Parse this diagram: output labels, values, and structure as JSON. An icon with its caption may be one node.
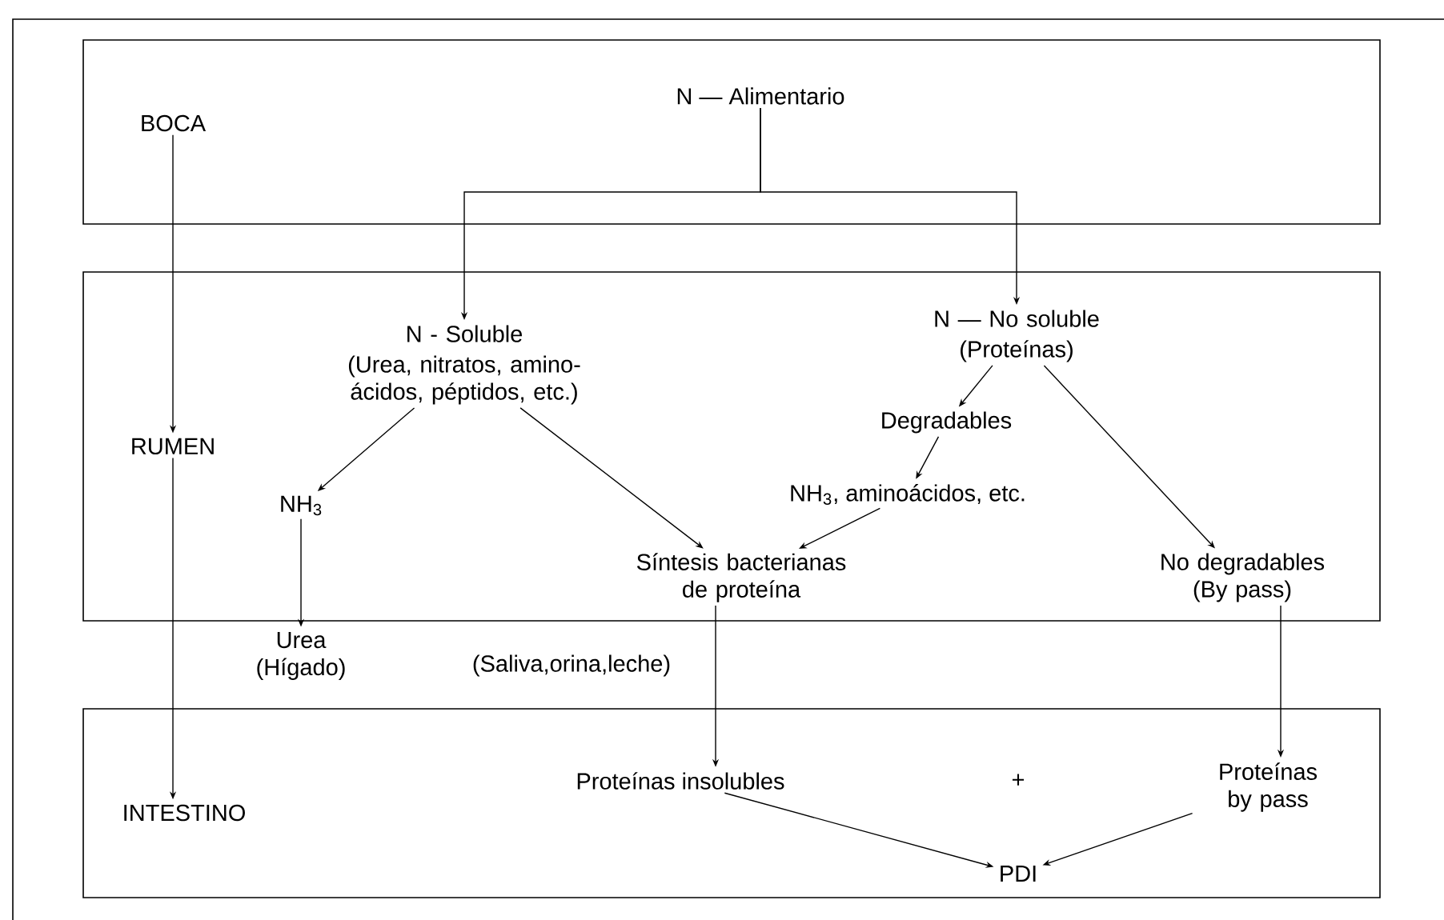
{
  "diagram": {
    "nodes": [
      {
        "text": [],
        "shape": "box"
      },
      {
        "text": [
          "BOCA"
        ],
        "in": 0
      },
      {
        "text": [
          "N — Alimentario"
        ],
        "in": 0
      },
      {
        "text": [],
        "shape": "box"
      },
      {
        "text": [
          "RUMEN"
        ],
        "in": 3
      },
      {
        "text": [
          "N - Soluble",
          "(Urea, nitratos, amino- ácidos, péptidos, etc.)"
        ],
        "in": 3
      },
      {
        "text": [
          "N — No soluble",
          "(Proteínas)"
        ],
        "in": 3
      },
      {
        "text": [
          "Degradables"
        ],
        "in": 3
      },
      {
        "text": [
          "NH$_{3}$"
        ],
        "in": 3
      },
      {
        "text": [
          "NH$_{3}$, aminoácidos, etc."
        ],
        "in": 3
      },
      {
        "text": [
          "Síntesis bacterianas de proteína"
        ],
        "in": 3
      },
      {
        "text": [
          "No degradables (By pass)"
        ],
        "in": 3
      },
      {
        "text": [
          "Urea (Hígado)"
        ]
      },
      {
        "text": [],
        "shape": "box"
      },
      {
        "text": [
          "INTESTINO"
        ],
        "in": 13
      },
      {
        "text": [
          "Proteínas insolubles"
        ],
        "in": 13
      },
      {
        "text": [
          "Proteínas by pass"
        ],
        "in": 13
      },
      {
        "text": [
          "PDI"
        ],
        "in": 13
      }
    ],
    "edges": [
      {
        "from": 1,
        "to": 4,
        "arrow": "to"
      },
      {
        "from": 4,
        "to": 14,
        "arrow": "to"
      },
      {
        "from": 2,
        "to": 5,
        "arrow": "to"
      },
      {
        "from": 2,
        "to": 6,
        "arrow": "to"
      },
      {
        "from": 5,
        "to": 8,
        "arrow": "to"
      },
      {
        "from": 5,
        "to": 10,
        "arrow": "to"
      },
      {
        "from": 6,
        "to": 7,
        "arrow": "to"
      },
      {
        "from": 6,
        "to": 11,
        "arrow": "to"
      },
      {
        "from": 7,
        "to": 9,
        "arrow": "to"
      },
      {
        "from": 9,
        "to": 10,
        "arrow": "to"
      },
      {
        "from": 8,
        "to": 12,
        "arrow": "to"
      },
      {
        "from": 10,
        "to": 15,
        "arrow": "to"
      },
      {
        "from": 11,
        "to": 16,
        "arrow": "to"
      },
      {
        "from": 15,
        "to": 17,
        "arrow": "to"
      },
      {
        "from": 16,
        "to": 17,
        "arrow": "to"
      }
    ],
    "labels": [
      "(Saliva,orina,leche)",
      "+"
    ]
  }
}
